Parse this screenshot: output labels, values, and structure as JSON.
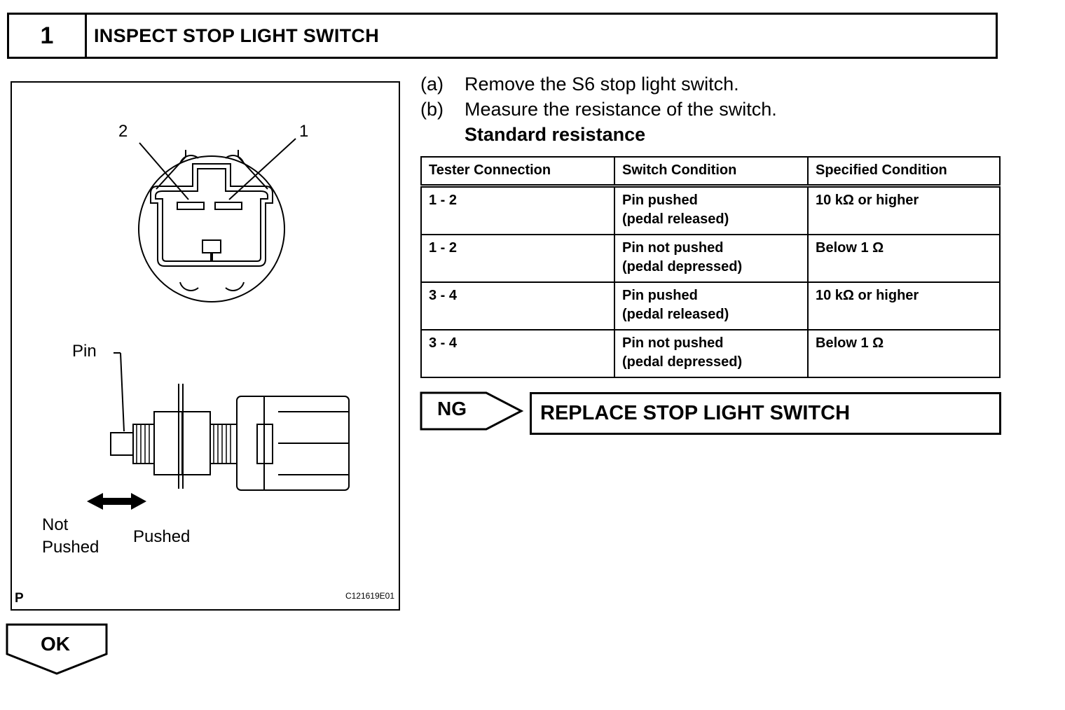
{
  "step": {
    "number": "1",
    "title": "INSPECT STOP LIGHT SWITCH"
  },
  "figure": {
    "connector_labels": [
      "2",
      "1"
    ],
    "pin_label": "Pin",
    "not_pushed_label": [
      "Not",
      "Pushed"
    ],
    "pushed_label": "Pushed",
    "corner_mark": "P",
    "figure_code": "C121619E01"
  },
  "instructions": [
    {
      "label": "(a)",
      "text": "Remove the S6 stop light switch."
    },
    {
      "label": "(b)",
      "text": "Measure the resistance of the switch."
    }
  ],
  "standard_label": "Standard resistance",
  "table": {
    "headers": [
      "Tester Connection",
      "Switch Condition",
      "Specified Condition"
    ],
    "rows": [
      {
        "connection": "1 - 2",
        "condition": [
          "Pin pushed",
          "(pedal released)"
        ],
        "specified": "10 kΩ or higher"
      },
      {
        "connection": "1 - 2",
        "condition": [
          "Pin not pushed",
          "(pedal depressed)"
        ],
        "specified": "Below 1 Ω"
      },
      {
        "connection": "3 - 4",
        "condition": [
          "Pin pushed",
          "(pedal released)"
        ],
        "specified": "10 kΩ or higher"
      },
      {
        "connection": "3 - 4",
        "condition": [
          "Pin not pushed",
          "(pedal depressed)"
        ],
        "specified": "Below 1 Ω"
      }
    ]
  },
  "ng": {
    "label": "NG",
    "action": "REPLACE STOP LIGHT SWITCH"
  },
  "ok": {
    "label": "OK"
  }
}
